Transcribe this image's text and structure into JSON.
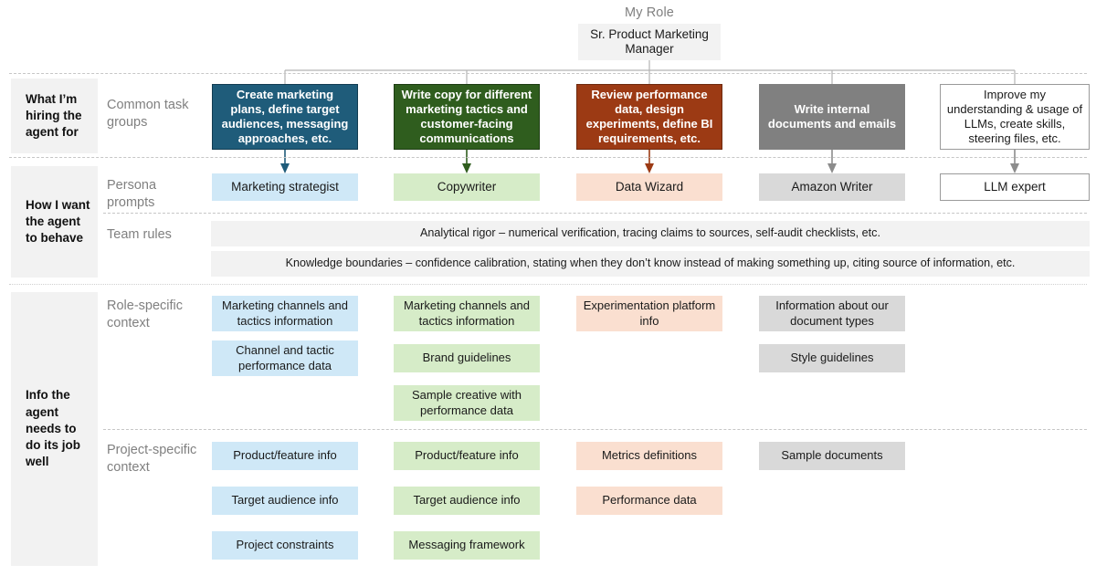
{
  "colors": {
    "blue": "#1F5C7A",
    "green": "#2F5D1E",
    "rust": "#9C3A14",
    "grey": "#808080",
    "white_border": "#9a9a9a",
    "blue_tint": "#cfe8f7",
    "green_tint": "#d6ecc8",
    "rust_tint": "#fadfd0",
    "grey_tint": "#d9d9d9",
    "panel": "#f2f2f2",
    "muted_text": "#808080"
  },
  "header": {
    "role_label": "My Role",
    "role_title": "Sr. Product Marketing Manager"
  },
  "sections": [
    {
      "id": "hiring",
      "label": "What I’m hiring the agent for"
    },
    {
      "id": "behave",
      "label": "How I want the agent to behave"
    },
    {
      "id": "info",
      "label": "Info the agent needs to do its job well"
    }
  ],
  "row_labels": {
    "common_task_groups": "Common task groups",
    "persona_prompts": "Persona prompts",
    "team_rules": "Team rules",
    "role_specific_context": "Role-specific context",
    "project_specific_context": "Project-specific context"
  },
  "task_groups": [
    {
      "color": "blue",
      "text": "Create marketing plans, define target audiences, messaging approaches, etc."
    },
    {
      "color": "green",
      "text": "Write copy for different marketing tactics and customer-facing communications"
    },
    {
      "color": "rust",
      "text": "Review performance data, design experiments, define BI requirements, etc."
    },
    {
      "color": "grey",
      "text": "Write internal documents and emails"
    },
    {
      "color": "white",
      "text": "Improve my understanding & usage of LLMs, create skills, steering files, etc."
    }
  ],
  "personas": [
    {
      "color": "blue",
      "text": "Marketing strategist"
    },
    {
      "color": "green",
      "text": "Copywriter"
    },
    {
      "color": "rust",
      "text": "Data Wizard"
    },
    {
      "color": "grey",
      "text": "Amazon Writer"
    },
    {
      "color": "white",
      "text": "LLM expert"
    }
  ],
  "team_rules": [
    "Analytical rigor – numerical verification, tracing claims to sources, self-audit checklists, etc.",
    "Knowledge boundaries – confidence calibration, stating when they don’t know instead of making something up, citing source of information, etc."
  ],
  "role_specific_context": {
    "blue": [
      "Marketing channels and tactics information",
      "Channel and tactic performance data"
    ],
    "green": [
      "Marketing channels and tactics information",
      "Brand guidelines",
      "Sample creative with performance data"
    ],
    "rust": [
      "Experimentation platform info"
    ],
    "grey": [
      "Information about our document types",
      "Style guidelines"
    ],
    "white": []
  },
  "project_specific_context": {
    "blue": [
      "Product/feature info",
      "Target audience info",
      "Project constraints"
    ],
    "green": [
      "Product/feature info",
      "Target audience info",
      "Messaging framework"
    ],
    "rust": [
      "Metrics definitions",
      "Performance data"
    ],
    "grey": [
      "Sample documents"
    ],
    "white": []
  }
}
